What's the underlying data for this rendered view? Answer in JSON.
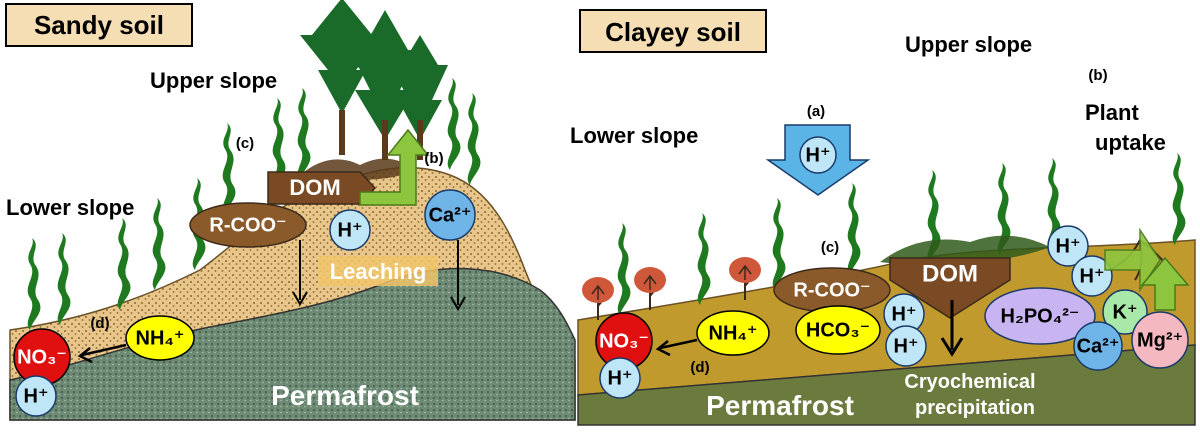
{
  "left_panel": {
    "title": "Sandy soil",
    "upper_slope": "Upper slope",
    "lower_slope": "Lower slope",
    "permafrost": "Permafrost",
    "leaching": "Leaching",
    "dom": "DOM",
    "r_coo": "R-COO⁻",
    "h_plus": "H⁺",
    "ca": "Ca²⁺",
    "nh4": "NH₄⁺",
    "no3": "NO₃⁻",
    "tag_b": "(b)",
    "tag_c": "(c)",
    "tag_d": "(d)"
  },
  "right_panel": {
    "title": "Clayey soil",
    "upper_slope": "Upper slope",
    "lower_slope": "Lower slope",
    "plant_uptake_1": "Plant",
    "plant_uptake_2": "uptake",
    "permafrost": "Permafrost",
    "cryo_1": "Cryochemical",
    "cryo_2": "precipitation",
    "dom": "DOM",
    "r_coo": "R-COO⁻",
    "h_plus": "H⁺",
    "hco3": "HCO₃⁻",
    "h2po4": "H₂PO₄²⁻",
    "k": "K⁺",
    "ca": "Ca²⁺",
    "mg": "Mg²⁺",
    "nh4": "NH₄⁺",
    "no3": "NO₃⁻",
    "tag_a": "(a)",
    "tag_b": "(b)",
    "tag_c": "(c)",
    "tag_d": "(d)"
  },
  "colors": {
    "sand": "#e8c58a",
    "sand_dots": "#8a6a2e",
    "permafrost": "#6d8b74",
    "clay": "#c19a2e",
    "clay_perma": "#6b7b3e",
    "title_box": "#f5deb3",
    "dom": "#7a4a24",
    "rcoo": "#8b5a2b",
    "h_ion": "#bfe6f7",
    "ca_ion": "#6fb4e6",
    "nh4_ion": "#ffff00",
    "no3_ion": "#e01010",
    "h2po4_ion": "#c8b4f0",
    "k_ion": "#a8e8a8",
    "mg_ion": "#f4b8c0",
    "leaf": "#1f7a1f",
    "tree": "#1a6b2a",
    "shrub": "#d0583a",
    "arrow_green": "#8cc63f",
    "arrow_blue": "#5ab4e6"
  }
}
